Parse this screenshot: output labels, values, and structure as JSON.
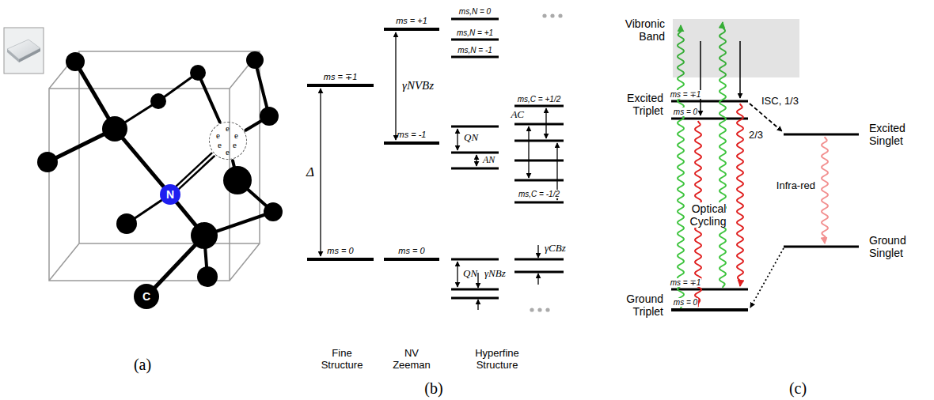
{
  "diagram": {
    "nodes": [
      {
        "text": [
          "e",
          "e",
          "e",
          "e",
          "e",
          "e"
        ]
      },
      {
        "text": [
          "N"
        ]
      },
      {
        "text": [
          "C"
        ]
      },
      {
        "text": [
          "Vibronic Band"
        ]
      }
    ],
    "labels": [
      "(a)",
      "ms = ∓1",
      "Δ",
      "ms = 0",
      "Fine Structure",
      "ms = +1",
      "γNVBz",
      "ms = -1",
      "ms = 0",
      "NV Zeeman",
      "ms,N = 0",
      "ms,N = +1",
      "ms,N = -1",
      "QN",
      "AN",
      "QN",
      "γNBz",
      "Hyperfine Structure",
      "ms,C = +1/2",
      "AC",
      "ms,C = -1/2",
      "γCBz",
      "(b)",
      "Excited Triplet",
      "ms = ∓1",
      "ms = 0",
      "ISC, 1/3",
      "2/3",
      "Excited Singlet",
      "Optical Cycling",
      "Infra-red",
      "Ground Singlet",
      "Ground Triplet",
      "ms = ∓1",
      "ms = 0",
      "(c)"
    ]
  }
}
